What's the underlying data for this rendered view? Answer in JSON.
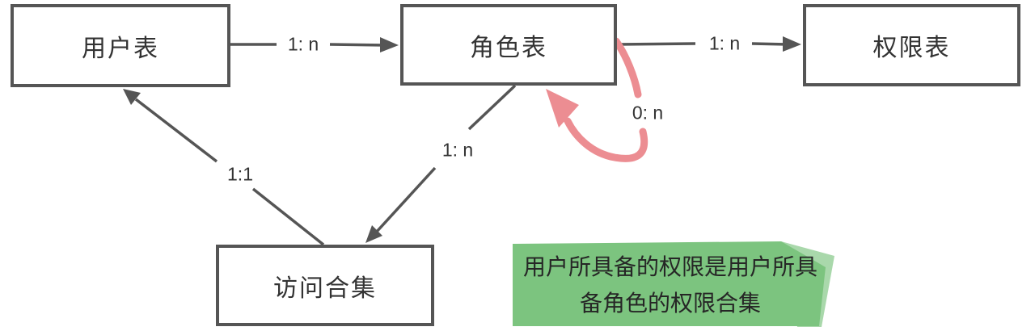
{
  "diagram": {
    "nodes": [
      {
        "id": "user-table",
        "label": "用户表"
      },
      {
        "id": "role-table",
        "label": "角色表"
      },
      {
        "id": "permission-table",
        "label": "权限表"
      },
      {
        "id": "access-collection",
        "label": "访问合集"
      }
    ],
    "edges": [
      {
        "id": "user-to-role",
        "label": "1: n"
      },
      {
        "id": "role-to-permission",
        "label": "1: n"
      },
      {
        "id": "role-self-loop",
        "label": "0: n"
      },
      {
        "id": "role-to-access",
        "label": "1: n"
      },
      {
        "id": "access-to-user",
        "label": "1:1"
      }
    ],
    "note": {
      "line1": "用户所具备的权限是用户所具",
      "line2": "备角色的权限合集"
    },
    "colors": {
      "line_gray": "#555555",
      "self_loop_pink": "#ec8d92",
      "note_green": "#7cc47f",
      "note_green_light": "#a9d8ab",
      "text": "#333333"
    }
  }
}
